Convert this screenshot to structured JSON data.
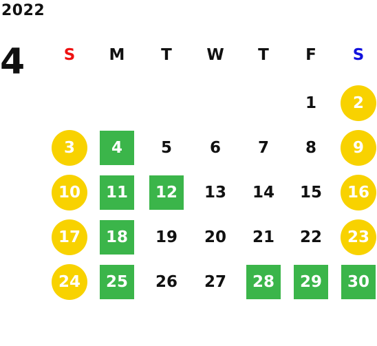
{
  "calendar": {
    "year": "2022",
    "month": "4",
    "weekdays": [
      "S",
      "M",
      "T",
      "W",
      "T",
      "F",
      "S"
    ],
    "weekday_colors": [
      "#ee1111",
      "#111111",
      "#111111",
      "#111111",
      "#111111",
      "#111111",
      "#1111dd"
    ],
    "weeks": [
      [
        null,
        null,
        null,
        null,
        null,
        "1",
        "2"
      ],
      [
        "3",
        "4",
        "5",
        "6",
        "7",
        "8",
        "9"
      ],
      [
        "10",
        "11",
        "12",
        "13",
        "14",
        "15",
        "16"
      ],
      [
        "17",
        "18",
        "19",
        "20",
        "21",
        "22",
        "23"
      ],
      [
        "24",
        "25",
        "26",
        "27",
        "28",
        "29",
        "30"
      ]
    ],
    "highlights": {
      "weekend_circle": [
        "2",
        "3",
        "9",
        "10",
        "16",
        "17",
        "23",
        "24"
      ],
      "green_square": [
        "4",
        "11",
        "12",
        "18",
        "25",
        "28",
        "29",
        "30"
      ]
    },
    "colors": {
      "weekend_circle": "#f8d200",
      "green_square": "#3bb54a",
      "text": "#111111",
      "highlight_text": "#ffffff"
    }
  }
}
